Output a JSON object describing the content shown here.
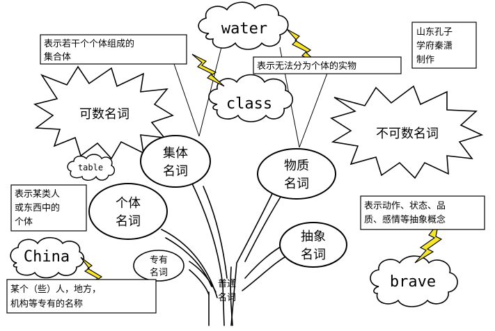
{
  "colors": {
    "ink": "#000000",
    "paper": "#ffffff",
    "bolt": "#f7e62a"
  },
  "words": {
    "water": "water",
    "class": "class",
    "table": "table",
    "china": "China",
    "brave": "brave"
  },
  "categories": {
    "countable": "可数名词",
    "uncountable": "不可数名词"
  },
  "nodes": {
    "collective": [
      "集体",
      "名词"
    ],
    "individual": [
      "个体",
      "名词"
    ],
    "material": [
      "物质",
      "名词"
    ],
    "abstract": [
      "抽象",
      "名词"
    ],
    "proper": [
      "专有",
      "名词"
    ],
    "common": [
      "普通",
      "名词"
    ]
  },
  "definitions": {
    "collective": [
      "表示若干个个体组成的",
      "集合体"
    ],
    "material": [
      "表示无法分为个体的实物"
    ],
    "individual": [
      "表示某类人",
      "或东西中的",
      "个体"
    ],
    "abstract": [
      "表示动作、状态、品",
      "质、感情等抽象概念"
    ],
    "proper": [
      "某个（些）人，地方，",
      "机构等专有的名称"
    ]
  },
  "credit": [
    "山东孔子",
    "学府秦潇",
    "制作"
  ]
}
